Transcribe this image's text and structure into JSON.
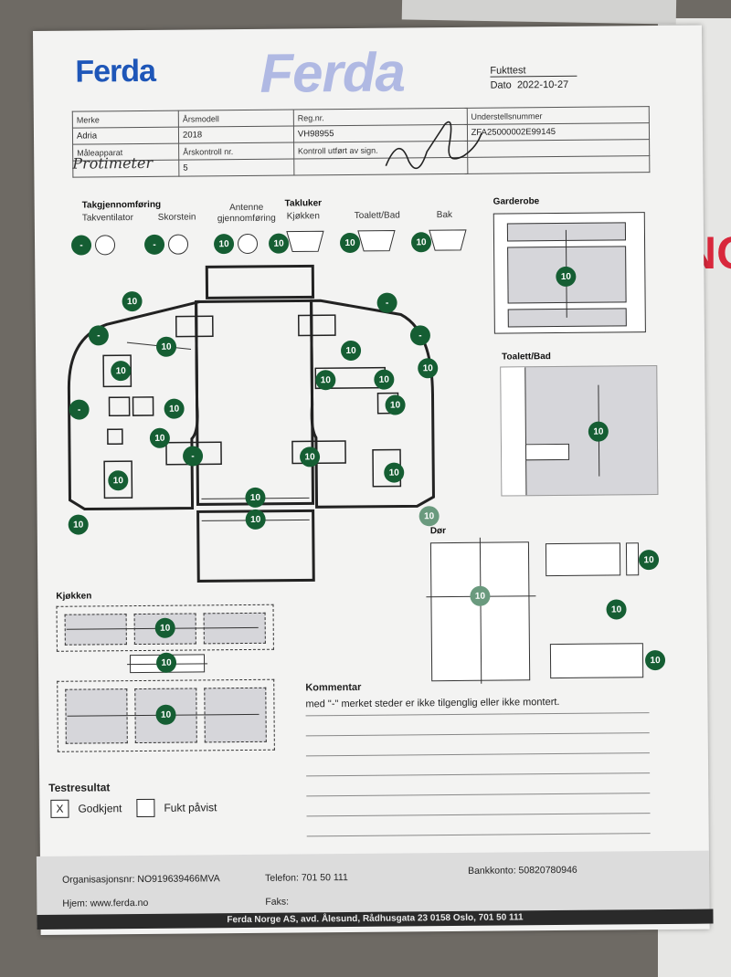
{
  "header": {
    "logo_text": "Ferda",
    "watermark_text": "Ferda",
    "doc_title": "Fukttest",
    "date_label": "Dato",
    "date_value": "2022-10-27"
  },
  "vehicle": {
    "labels": {
      "make": "Merke",
      "year": "Årsmodell",
      "reg": "Reg.nr.",
      "chassis": "Understellsnummer",
      "instrument": "Måleapparat",
      "annual_check": "Årskontroll nr.",
      "checked_by": "Kontroll utført av sign."
    },
    "make": "Adria",
    "year": "2018",
    "reg": "VH98955",
    "chassis": "ZFA25000002E99145",
    "instrument": "Protimeter",
    "annual_check": "5"
  },
  "roof": {
    "section_title": "Takgjennomføring",
    "hatches_title": "Takluker",
    "items": [
      {
        "label": "Takventilator",
        "value": "-"
      },
      {
        "label": "Skorstein",
        "value": "-"
      },
      {
        "label": "Antenne gjennomføring",
        "value": "10"
      },
      {
        "label": "Kjøkken",
        "value": "10"
      },
      {
        "label": "Toalett/Bad",
        "value": "10"
      },
      {
        "label": "Bak",
        "value": "10"
      }
    ]
  },
  "floorplan": {
    "readings": [
      "10",
      "-",
      "10",
      "10",
      "-",
      "10",
      "10",
      "10",
      "-",
      "-",
      "-",
      "10",
      "10",
      "10",
      "10",
      "10",
      "10",
      "10"
    ],
    "outside": "10"
  },
  "garderobe": {
    "title": "Garderobe",
    "value": "10"
  },
  "toilet": {
    "title": "Toalett/Bad",
    "value": "10"
  },
  "door": {
    "title": "Dør",
    "value": "10",
    "right_values": [
      "10",
      "10",
      "10"
    ]
  },
  "kitchen": {
    "title": "Kjøkken",
    "values": [
      "10",
      "10",
      "10"
    ]
  },
  "comment": {
    "title": "Kommentar",
    "text": "med \"-\" merket steder er ikke tilgenglig eller ikke montert."
  },
  "result": {
    "title": "Testresultat",
    "approved_mark": "X",
    "approved_label": "Godkjent",
    "moisture_label": "Fukt påvist"
  },
  "footer": {
    "org": "Organisasjonsnr: NO919639466MVA",
    "phone": "Telefon: 701 50 111",
    "bank": "Bankkonto: 50820780946",
    "web": "Hjem: www.ferda.no",
    "fax": "Faks:",
    "bar": "Ferda Norge AS, avd. Ålesund, Rådhusgata 23 0158 Oslo, 701 50 111"
  },
  "background": {
    "red_text": "NO"
  }
}
